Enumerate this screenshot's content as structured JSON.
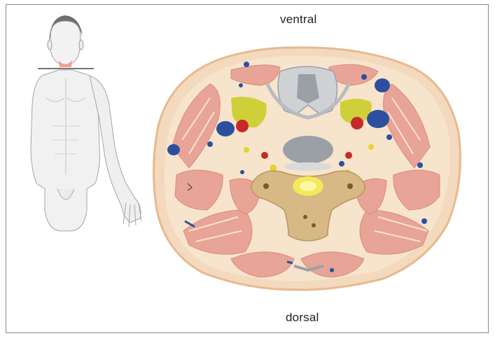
{
  "labels": {
    "top": "ventral",
    "bottom": "dorsal"
  },
  "colors": {
    "skin": "#f3d9bd",
    "skin_edge": "#e8b98f",
    "muscle": "#e8a497",
    "vein": "#2d4fa0",
    "artery": "#c72a2a",
    "gland": "#cfcf3a",
    "bone": "#9aa0a6",
    "nerve": "#e8d32a",
    "vertebra": "#d8b884"
  },
  "icons": {
    "figure": "human-figure-icon",
    "section": "neck-cross-section-illustration"
  }
}
